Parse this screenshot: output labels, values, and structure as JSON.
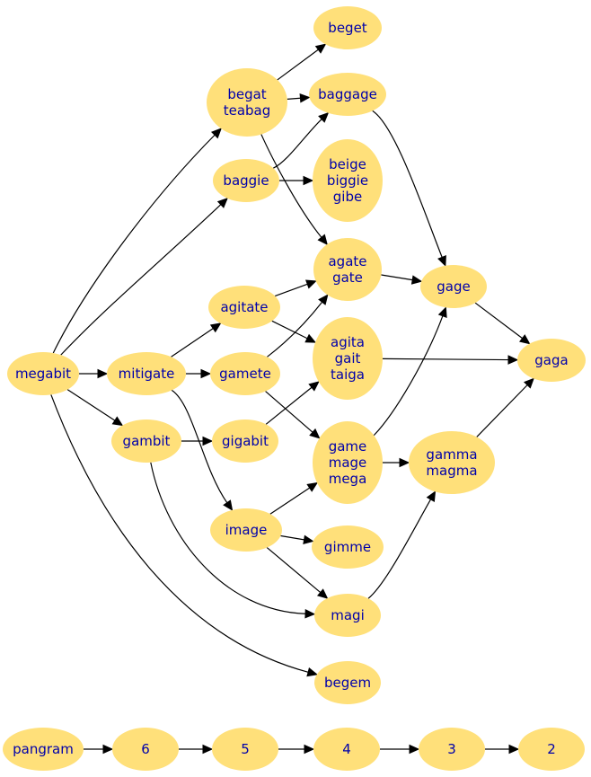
{
  "colors": {
    "node_fill": "#ffe07a",
    "label": "#0000aa",
    "edge": "#000000"
  },
  "nodes": {
    "beget": {
      "lines": [
        "beget"
      ]
    },
    "begat": {
      "lines": [
        "begat",
        "teabag"
      ]
    },
    "baggage": {
      "lines": [
        "baggage"
      ]
    },
    "baggie": {
      "lines": [
        "baggie"
      ]
    },
    "beige": {
      "lines": [
        "beige",
        "biggie",
        "gibe"
      ]
    },
    "agate": {
      "lines": [
        "agate",
        "gate"
      ]
    },
    "gage": {
      "lines": [
        "gage"
      ]
    },
    "agitate": {
      "lines": [
        "agitate"
      ]
    },
    "agita": {
      "lines": [
        "agita",
        "gait",
        "taiga"
      ]
    },
    "gaga": {
      "lines": [
        "gaga"
      ]
    },
    "megabit": {
      "lines": [
        "megabit"
      ]
    },
    "mitigate": {
      "lines": [
        "mitigate"
      ]
    },
    "gamete": {
      "lines": [
        "gamete"
      ]
    },
    "gambit": {
      "lines": [
        "gambit"
      ]
    },
    "gigabit": {
      "lines": [
        "gigabit"
      ]
    },
    "game": {
      "lines": [
        "game",
        "mage",
        "mega"
      ]
    },
    "gamma": {
      "lines": [
        "gamma",
        "magma"
      ]
    },
    "image": {
      "lines": [
        "image"
      ]
    },
    "gimme": {
      "lines": [
        "gimme"
      ]
    },
    "magi": {
      "lines": [
        "magi"
      ]
    },
    "begem": {
      "lines": [
        "begem"
      ]
    },
    "pangram": {
      "lines": [
        "pangram"
      ]
    },
    "n6": {
      "lines": [
        "6"
      ]
    },
    "n5": {
      "lines": [
        "5"
      ]
    },
    "n4": {
      "lines": [
        "4"
      ]
    },
    "n3": {
      "lines": [
        "3"
      ]
    },
    "n2": {
      "lines": [
        "2"
      ]
    }
  },
  "edges": [
    [
      "megabit",
      "begat"
    ],
    [
      "megabit",
      "baggie"
    ],
    [
      "megabit",
      "mitigate"
    ],
    [
      "megabit",
      "gambit"
    ],
    [
      "megabit",
      "begem"
    ],
    [
      "begat",
      "beget"
    ],
    [
      "begat",
      "baggage"
    ],
    [
      "begat",
      "agate"
    ],
    [
      "baggie",
      "baggage"
    ],
    [
      "baggie",
      "beige"
    ],
    [
      "baggage",
      "gage"
    ],
    [
      "mitigate",
      "agitate"
    ],
    [
      "mitigate",
      "gamete"
    ],
    [
      "mitigate",
      "image"
    ],
    [
      "agitate",
      "agate"
    ],
    [
      "agitate",
      "agita"
    ],
    [
      "gamete",
      "agate"
    ],
    [
      "gamete",
      "game"
    ],
    [
      "gambit",
      "gigabit"
    ],
    [
      "gambit",
      "magi"
    ],
    [
      "gigabit",
      "agita"
    ],
    [
      "agate",
      "gage"
    ],
    [
      "gage",
      "gaga"
    ],
    [
      "agita",
      "gaga"
    ],
    [
      "game",
      "gage"
    ],
    [
      "game",
      "gamma"
    ],
    [
      "gamma",
      "gaga"
    ],
    [
      "image",
      "game"
    ],
    [
      "image",
      "gimme"
    ],
    [
      "image",
      "magi"
    ],
    [
      "magi",
      "gamma"
    ],
    [
      "pangram",
      "n6"
    ],
    [
      "n6",
      "n5"
    ],
    [
      "n5",
      "n4"
    ],
    [
      "n4",
      "n3"
    ],
    [
      "n3",
      "n2"
    ]
  ]
}
